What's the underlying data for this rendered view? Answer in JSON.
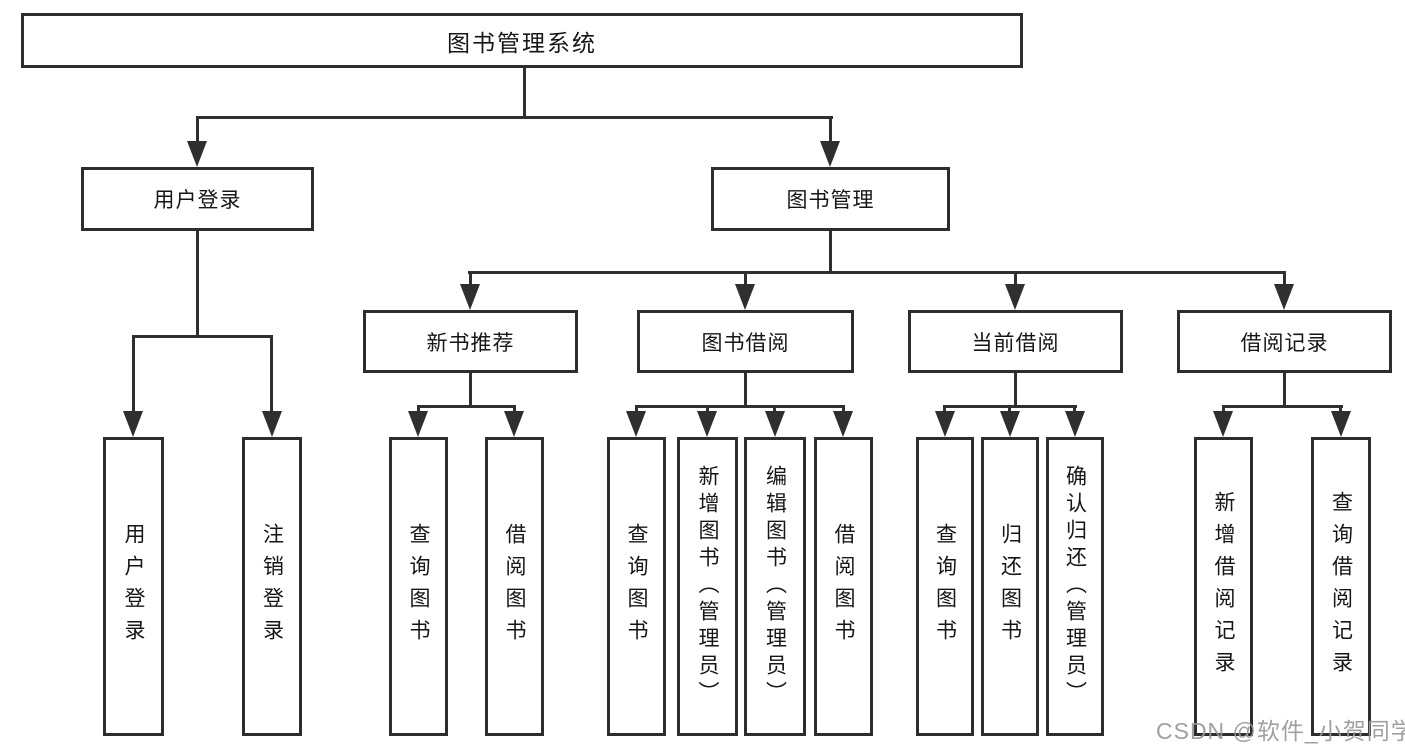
{
  "diagram": {
    "root": {
      "label": "图书管理系统"
    },
    "level2": [
      {
        "label": "用户登录"
      },
      {
        "label": "图书管理"
      }
    ],
    "level3": [
      {
        "label": "新书推荐"
      },
      {
        "label": "图书借阅"
      },
      {
        "label": "当前借阅"
      },
      {
        "label": "借阅记录"
      }
    ],
    "leaves": {
      "user": [
        {
          "label": "用户登录"
        },
        {
          "label": "注销登录"
        }
      ],
      "recommend": [
        {
          "label": "查询图书"
        },
        {
          "label": "借阅图书"
        }
      ],
      "borrow": [
        {
          "label": "查询图书"
        },
        {
          "label": "新增图书（管理员）"
        },
        {
          "label": "编辑图书（管理员）"
        },
        {
          "label": "借阅图书"
        }
      ],
      "current": [
        {
          "label": "查询图书"
        },
        {
          "label": "归还图书"
        },
        {
          "label": "确认归还（管理员）"
        }
      ],
      "records": [
        {
          "label": "新增借阅记录"
        },
        {
          "label": "查询借阅记录"
        }
      ]
    }
  },
  "watermark": {
    "text": "CSDN @软件_小贺同学",
    "color": "#989898"
  },
  "colors": {
    "background": "#ffffff",
    "line": "#2f2f2f",
    "box_border": "#2d2d2d",
    "text": "#161616"
  }
}
